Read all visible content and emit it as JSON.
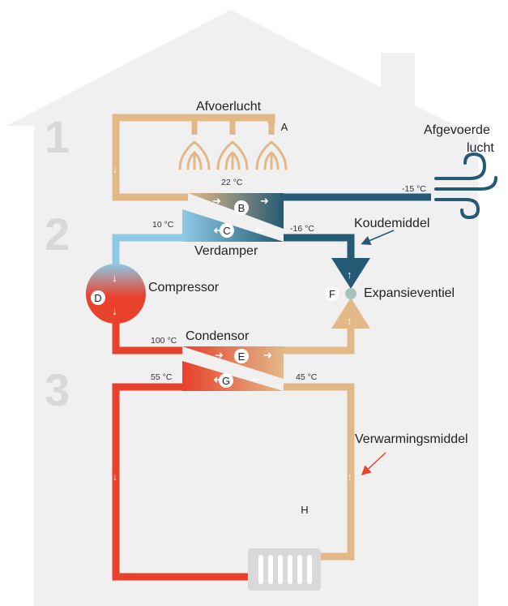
{
  "sections": [
    "1",
    "2",
    "3"
  ],
  "labels": {
    "afvoerlucht": "Afvoerlucht",
    "afgevoerde_line1": "Afgevoerde",
    "afgevoerde_line2": "lucht",
    "koudemiddel": "Koudemiddel",
    "verdamper": "Verdamper",
    "compressor": "Compressor",
    "expansieventiel": "Expansieventiel",
    "condensor": "Condensor",
    "verwarmingsmiddel": "Verwarmingsmiddel"
  },
  "temperatures": {
    "t22": "22 °C",
    "tm15": "-15 °C",
    "t10": "10 °C",
    "tm16": "-16 °C",
    "t100": "100 °C",
    "t55": "55 °C",
    "t45": "45 °C"
  },
  "markers": {
    "A": "A",
    "B": "B",
    "C": "C",
    "D": "D",
    "E": "E",
    "F": "F",
    "G": "G",
    "H": "H"
  },
  "colors": {
    "house": "#f0f0f0",
    "tan": "#e2b887",
    "navy": "#245a73",
    "light_blue": "#8ecae6",
    "red": "#e8412c",
    "grey_section": "#d8d8d8"
  }
}
